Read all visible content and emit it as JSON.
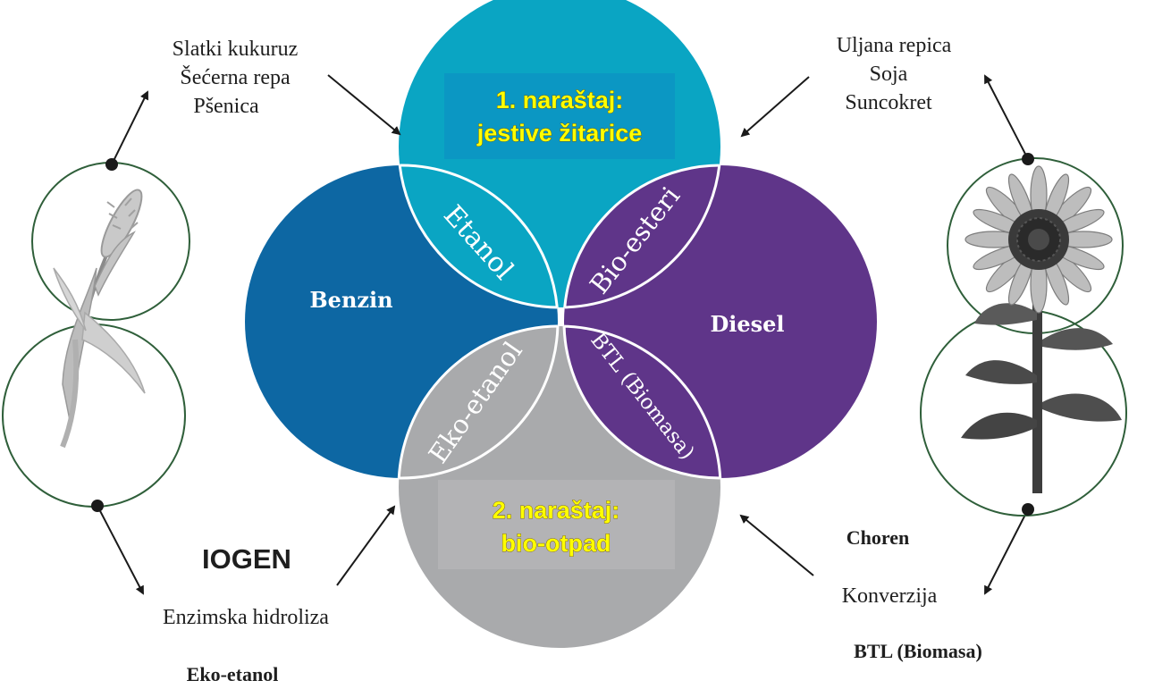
{
  "generation1": {
    "line1": "1. naraštaj:",
    "line2": "jestive žitarice"
  },
  "generation2": {
    "line1": "2. naraštaj:",
    "line2": "bio-otpad"
  },
  "fuels": {
    "benzin": "Benzin",
    "diesel": "Diesel",
    "etanol": "Etanol",
    "bio_esteri": "Bio-esteri",
    "eko_etanol": "Eko-etanol",
    "btl": "BTL (Biomasa)"
  },
  "crops_left": [
    "Slatki kukuruz",
    "Šećerna repa",
    "Pšenica"
  ],
  "crops_right": [
    "Uljana repica",
    "Soja",
    "Suncokret"
  ],
  "bottom_left": {
    "company": "IOGEN",
    "process": "Enzimska hidroliza",
    "product": "Eko-etanol"
  },
  "bottom_right": {
    "company": "Choren",
    "process": "Konverzija",
    "product": "BTL (Biomasa)"
  },
  "colors": {
    "teal": "#0aa5c3",
    "blue": "#0d67a3",
    "purple": "#5f3589",
    "gray": "#a9aaac"
  }
}
